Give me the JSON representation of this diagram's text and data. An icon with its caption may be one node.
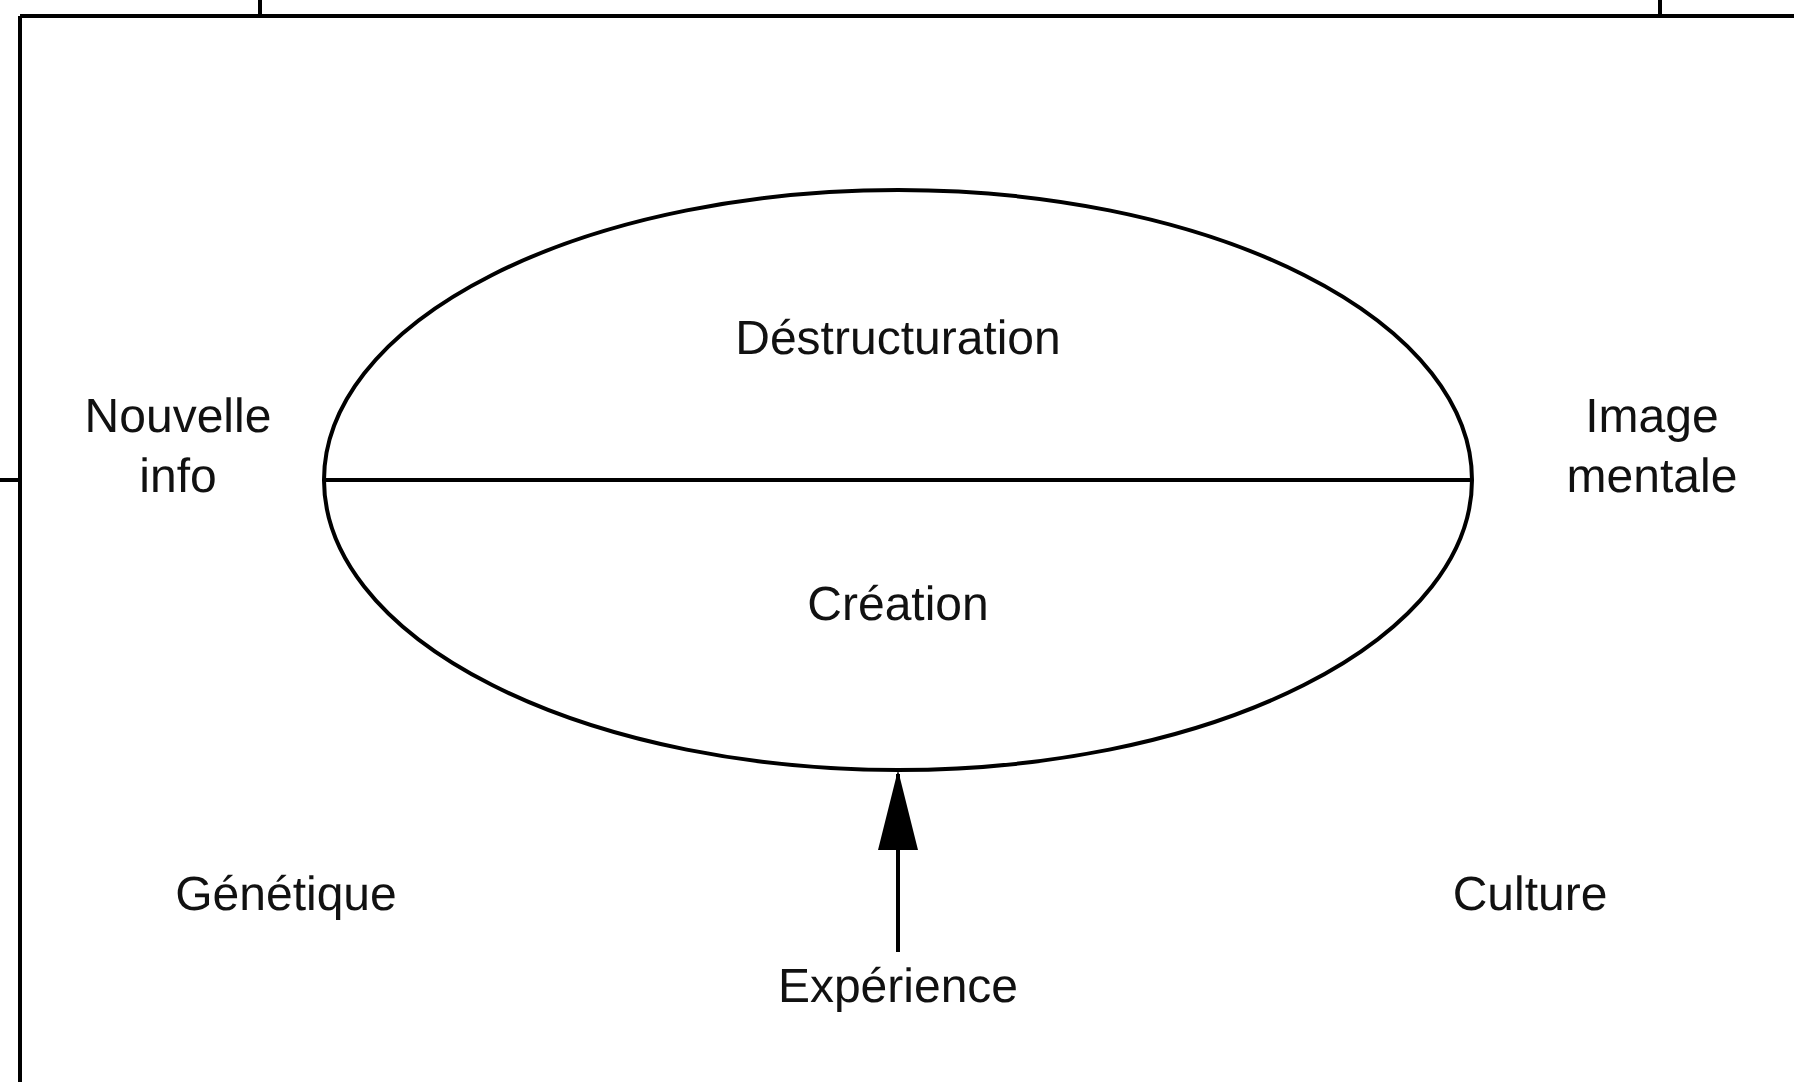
{
  "diagram": {
    "nodes": [
      {
        "text": [
          "Déstructuration",
          "Création"
        ]
      },
      {
        "text": [
          "Expérience"
        ]
      }
    ],
    "edges": [
      {
        "from": 1,
        "to": 0,
        "arrow": "to"
      }
    ],
    "labels": [
      "Nouvelle info",
      "Image mentale",
      "Génétique",
      "Culture"
    ]
  }
}
